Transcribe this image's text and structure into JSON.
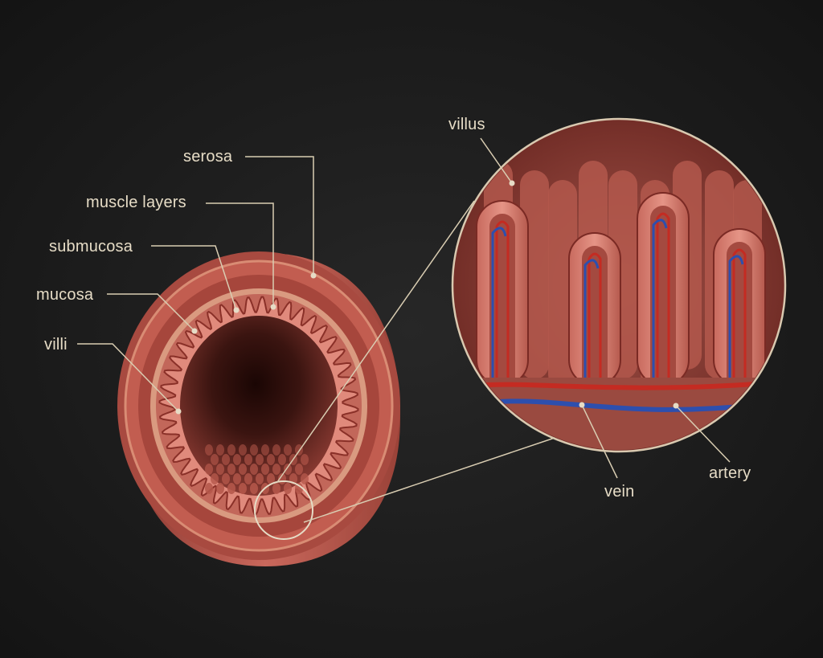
{
  "labels": {
    "serosa": "serosa",
    "muscle_layers": "muscle layers",
    "submucosa": "submucosa",
    "mucosa": "mucosa",
    "villi": "villi",
    "villus": "villus",
    "vein": "vein",
    "artery": "artery"
  },
  "colors": {
    "background": "#1e1e1e",
    "label_text": "#e6dcc6",
    "leader_line": "#d9cdb2",
    "tissue": "#b85a50",
    "tissue_dark": "#7a2a24",
    "vein": "#2d4fae",
    "artery": "#c42b22"
  }
}
